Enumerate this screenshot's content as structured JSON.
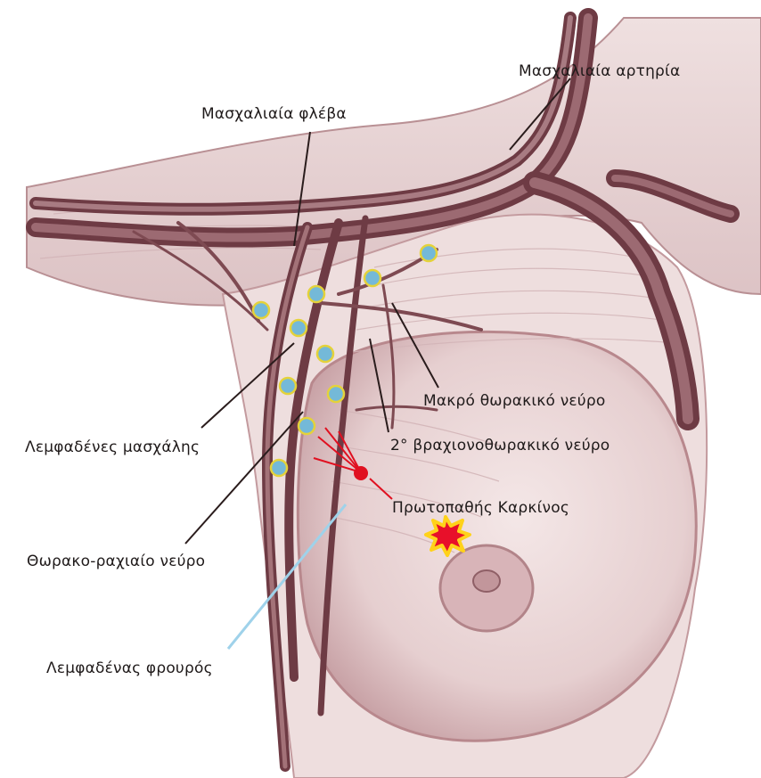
{
  "labels": {
    "axillary_artery": "Μασχαλιαία αρτηρία",
    "axillary_vein": "Μασχαλιαία φλέβα",
    "long_thoracic_nerve": "Μακρό θωρακικό νεύρο",
    "intercostobrachial_nerve": "2° βραχιονοθωρακικό νεύρο",
    "primary_cancer": "Πρωτοπαθής Καρκίνος",
    "axillary_lymph_nodes": "Λεμφαδένες μασχάλης",
    "thoracodorsal_nerve": "Θωρακο-ραχιαίο νεύρο",
    "sentinel_node": "Λεμφαδένας φρουρός"
  },
  "colors": {
    "tissue": "#e9d6d6",
    "tissue_shadow": "#c9a5a8",
    "vessel": "#7e4a52",
    "vessel_dark": "#5c3038",
    "node_fill": "#74b9d8",
    "node_ring": "#e4d23a",
    "sentinel": "#e01020",
    "tumor": "#e8102a",
    "tumor_halo": "#ffd21a",
    "leader_line": "#2a1c1c",
    "sentinel_leader": "#9fd2ea"
  }
}
